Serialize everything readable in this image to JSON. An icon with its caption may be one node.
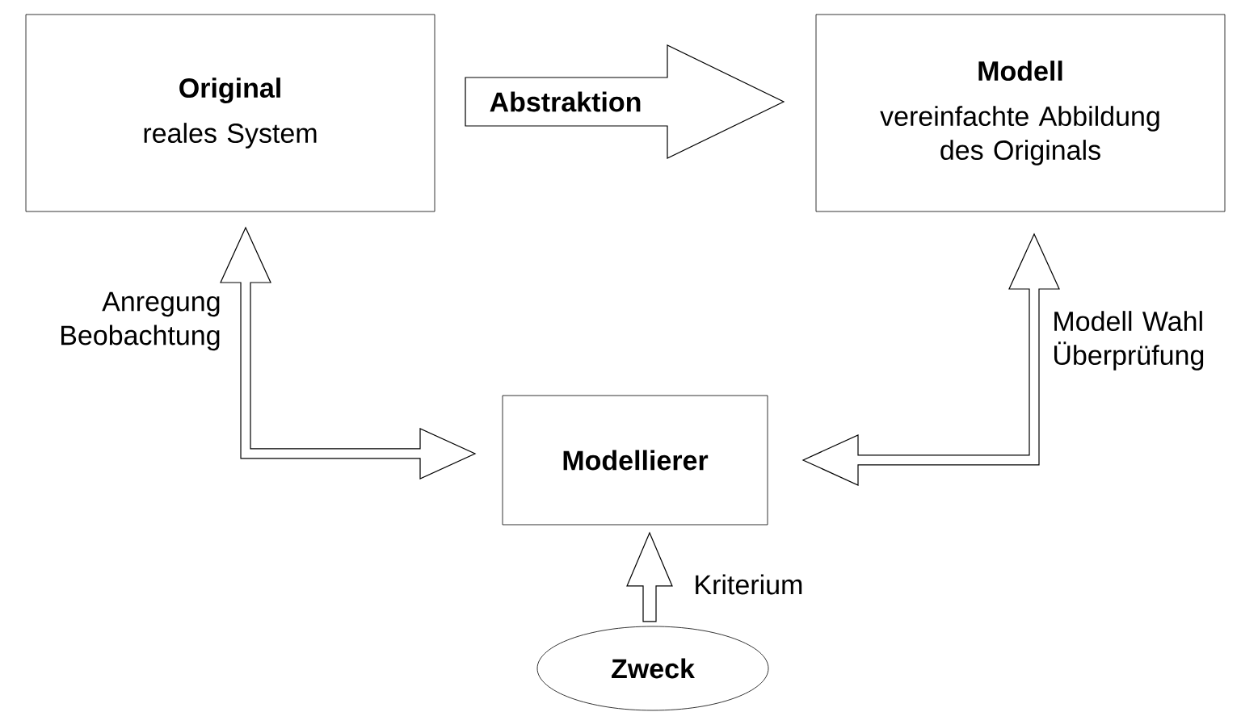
{
  "diagram": {
    "nodes": [
      {
        "text": [
          "Original",
          "reales System"
        ]
      },
      {
        "text": [
          "Modell",
          "vereinfachte Abbildung des Originals"
        ]
      },
      {
        "text": [
          "Modellierer"
        ]
      },
      {
        "text": [
          "Zweck"
        ]
      }
    ],
    "edges": [
      {
        "from": 0,
        "to": 1,
        "arrow": "to",
        "label": "Abstraktion"
      },
      {
        "from": 0,
        "to": 2,
        "arrow": "both",
        "label": "Anregung Beobachtung"
      },
      {
        "from": 1,
        "to": 2,
        "arrow": "both",
        "label": "Modell Wahl Überprüfung"
      },
      {
        "from": 3,
        "to": 2,
        "arrow": "to",
        "label": "Kriterium"
      }
    ]
  }
}
